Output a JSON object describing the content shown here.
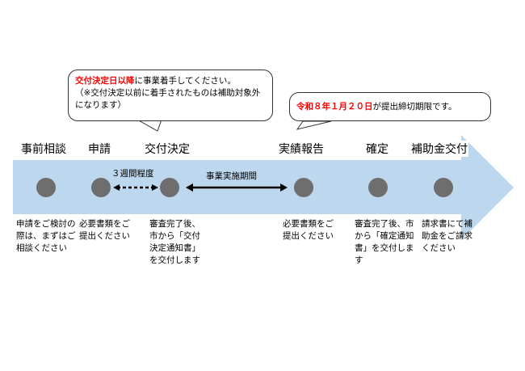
{
  "callouts": {
    "start": {
      "highlight": "交付決定日以降",
      "rest": "に事業着手してください。",
      "note": "（※交付決定以前に着手されたものは補助対象外になります）"
    },
    "deadline": {
      "highlight": "令和８年１月２０日",
      "rest": "が提出締切期限です。"
    }
  },
  "stages": [
    {
      "label": "事前相談",
      "desc": "申請をご検討の際は、まずはご相談ください"
    },
    {
      "label": "申請",
      "desc": "必要書類をご提出ください"
    },
    {
      "label": "交付決定",
      "desc": "審査完了後、市から「交付決定通知書」を交付します"
    },
    {
      "label": "実績報告",
      "desc": "必要書類をご提出ください"
    },
    {
      "label": "確定",
      "desc": "審査完了後、市から「確定通知書」を交付します"
    },
    {
      "label": "補助金交付",
      "desc": "請求書にて補助金をご請求ください"
    }
  ],
  "intervals": {
    "review": "３週間程度",
    "project": "事業実施期間"
  },
  "colors": {
    "arrow": "#bdd7ee",
    "dot": "#6e6e6e",
    "highlight": "#ff0000"
  }
}
